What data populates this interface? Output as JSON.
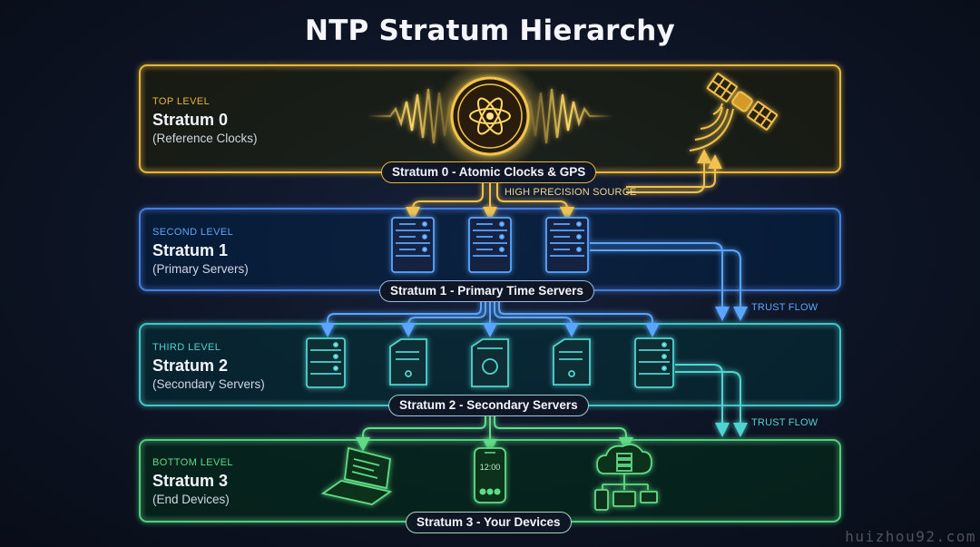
{
  "title": "NTP Stratum Hierarchy",
  "colors": {
    "stratum0": "#e8b63a",
    "stratum1": "#3f7fe0",
    "stratum2": "#3fc6c8",
    "stratum3": "#4fd07a"
  },
  "tiers": [
    {
      "level": "TOP LEVEL",
      "name": "Stratum 0",
      "desc": "(Reference Clocks)",
      "badge": "Stratum 0 - Atomic Clocks & GPS",
      "icons": [
        "atomic-clock-icon",
        "satellite-icon"
      ]
    },
    {
      "level": "SECOND LEVEL",
      "name": "Stratum 1",
      "desc": "(Primary Servers)",
      "badge": "Stratum 1 - Primary Time Servers",
      "icons": [
        "rack-server-icon",
        "rack-server-icon",
        "rack-server-icon"
      ]
    },
    {
      "level": "THIRD LEVEL",
      "name": "Stratum 2",
      "desc": "(Secondary Servers)",
      "badge": "Stratum 2 - Secondary Servers",
      "icons": [
        "rack-server-icon",
        "tower-server-icon",
        "tower-server-icon",
        "tower-server-icon",
        "rack-server-icon"
      ]
    },
    {
      "level": "BOTTOM LEVEL",
      "name": "Stratum 3",
      "desc": "(End Devices)",
      "badge": "Stratum 3 - Your Devices",
      "icons": [
        "laptop-icon",
        "smartphone-icon",
        "cloud-network-icon"
      ]
    }
  ],
  "notes": {
    "source": "HIGH PRECISION SOURCE",
    "trust1": "TRUST FLOW",
    "trust2": "TRUST FLOW"
  },
  "phone_time": "12:00",
  "watermark": "huizhou92.com"
}
